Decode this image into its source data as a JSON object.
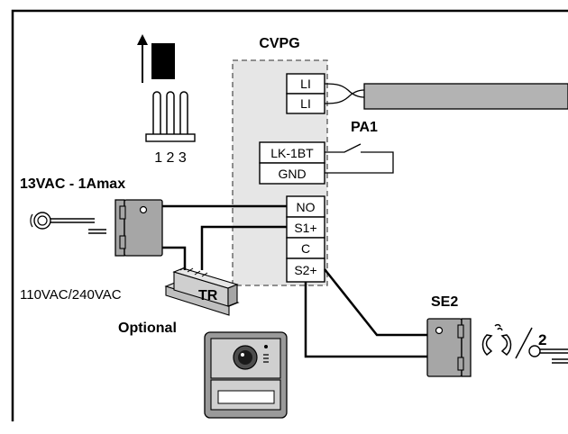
{
  "module": {
    "title": "CVPG",
    "terminals": [
      "LI",
      "LI",
      "LK-1BT",
      "GND",
      "NO",
      "S1+",
      "C",
      "S2+"
    ]
  },
  "jumper": {
    "pin_labels": "1 2 3"
  },
  "push_button": {
    "label": "PA1"
  },
  "power": {
    "label": "13VAC - 1Amax",
    "transformer_label": "TR",
    "mains_label": "110VAC/240VAC",
    "optional_label": "Optional"
  },
  "lock2": {
    "label": "SE2",
    "number": "2"
  },
  "colors": {
    "wire": "#000000",
    "cable_fill": "#b3b3b3",
    "device_fill": "#a6a6a6",
    "module_fill": "#e6e6e6",
    "panel_fill": "#9a9a9a"
  },
  "icons": [
    "up-arrow-icon",
    "key-icon",
    "handset-icon",
    "camera-lens-icon"
  ]
}
